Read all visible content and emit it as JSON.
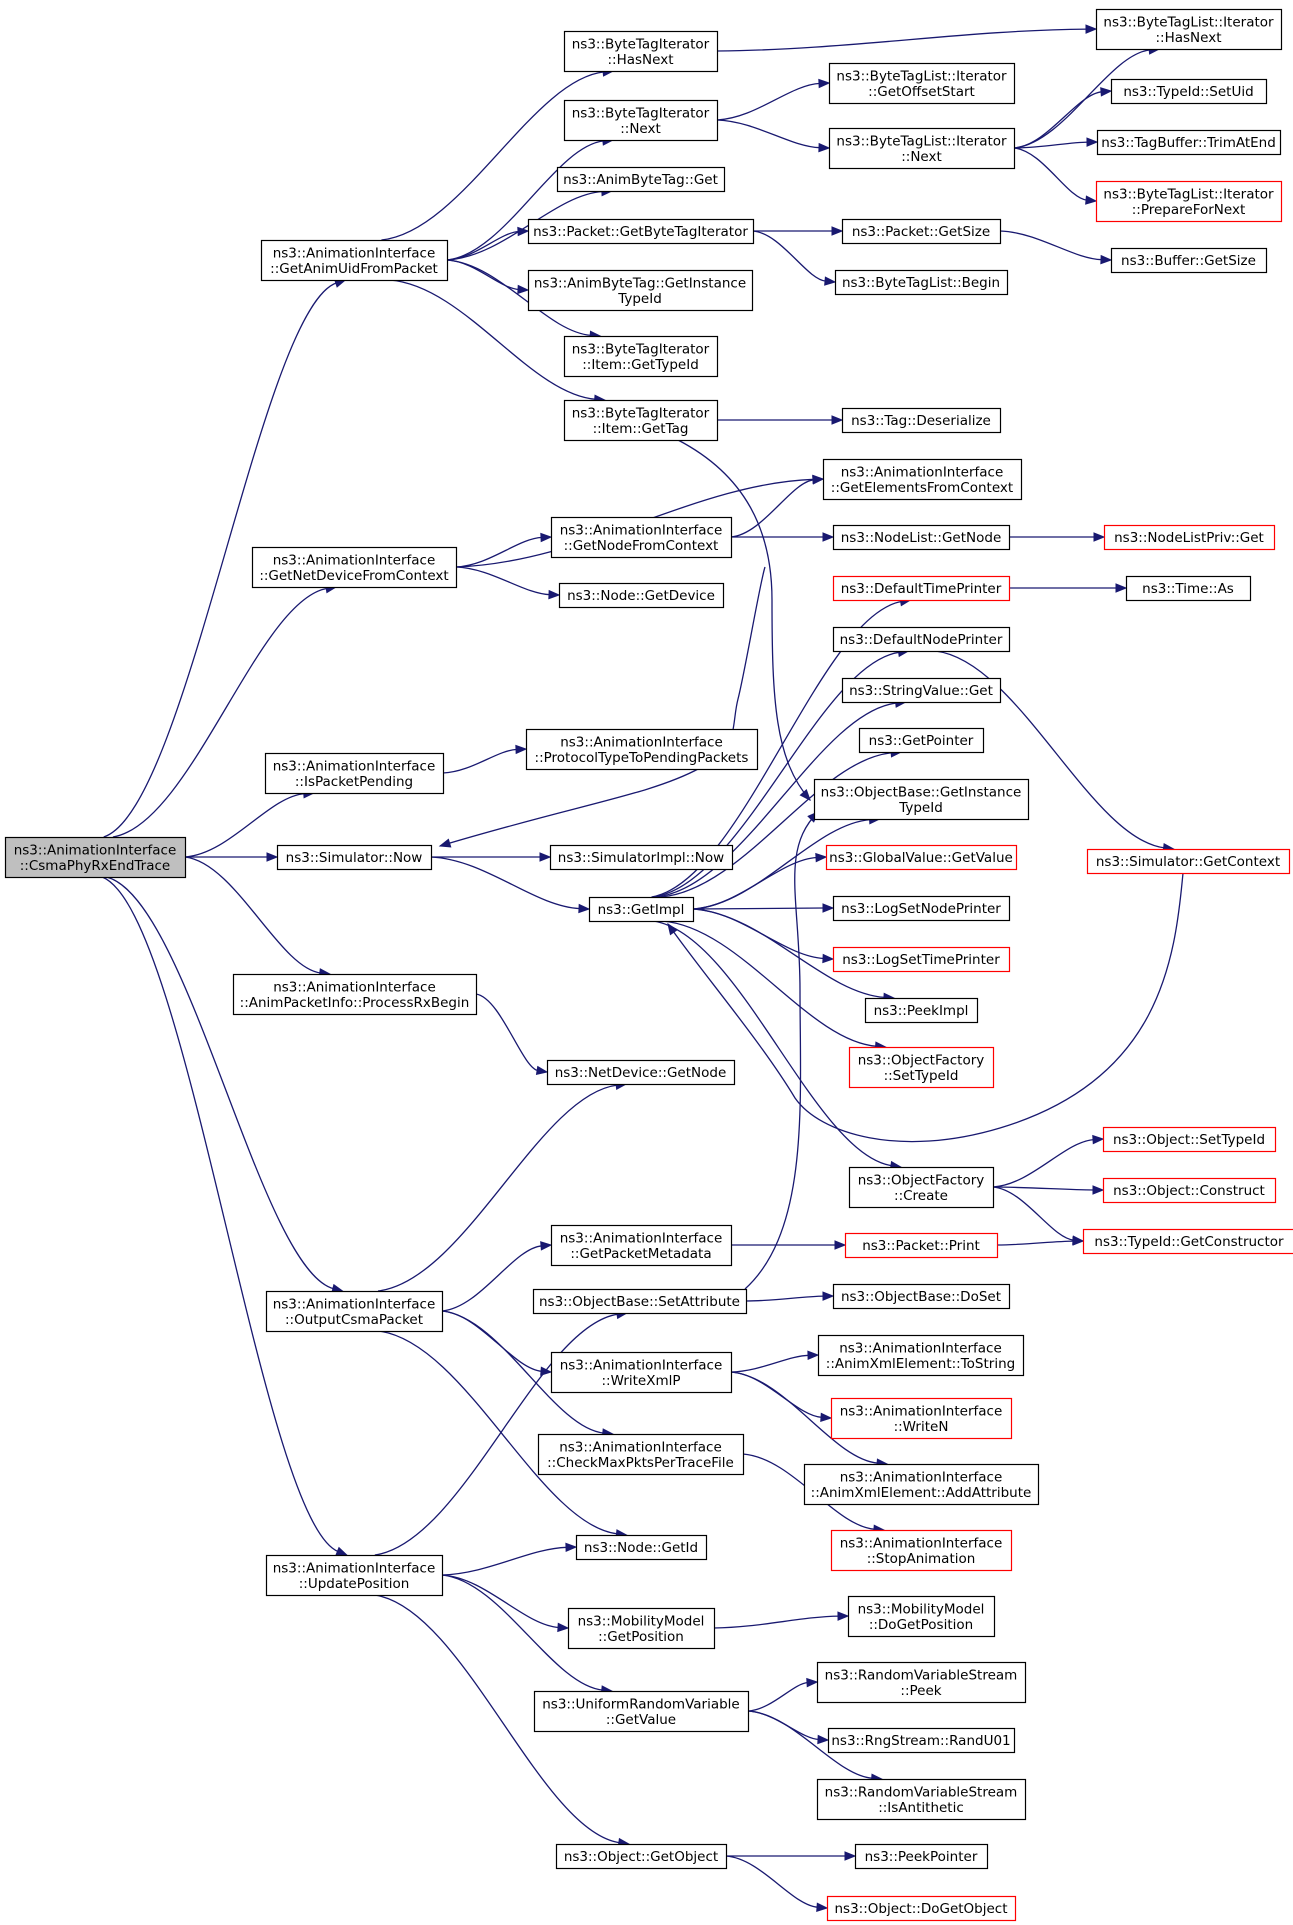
{
  "colors": {
    "edge": "#191970",
    "node_border": "#000000",
    "node_border_truncated": "#ff0000",
    "root_fill": "#bfbfbf",
    "node_fill": "#ffffff"
  },
  "nodes": [
    {
      "id": "root",
      "lines": [
        "ns3::AnimationInterface",
        "::CsmaPhyRxEndTrace"
      ],
      "root": true
    },
    {
      "id": "getAnimUid",
      "lines": [
        "ns3::AnimationInterface",
        "::GetAnimUidFromPacket"
      ]
    },
    {
      "id": "getNetDev",
      "lines": [
        "ns3::AnimationInterface",
        "::GetNetDeviceFromContext"
      ]
    },
    {
      "id": "isPending",
      "lines": [
        "ns3::AnimationInterface",
        "::IsPacketPending"
      ]
    },
    {
      "id": "simNow",
      "lines": [
        "ns3::Simulator::Now"
      ]
    },
    {
      "id": "processRx",
      "lines": [
        "ns3::AnimationInterface",
        "::AnimPacketInfo::ProcessRxBegin"
      ]
    },
    {
      "id": "outputCsma",
      "lines": [
        "ns3::AnimationInterface",
        "::OutputCsmaPacket"
      ]
    },
    {
      "id": "updatePos",
      "lines": [
        "ns3::AnimationInterface",
        "::UpdatePosition"
      ]
    },
    {
      "id": "btiHasNext",
      "lines": [
        "ns3::ByteTagIterator",
        "::HasNext"
      ]
    },
    {
      "id": "btiNext",
      "lines": [
        "ns3::ByteTagIterator",
        "::Next"
      ]
    },
    {
      "id": "abtGet",
      "lines": [
        "ns3::AnimByteTag::Get"
      ]
    },
    {
      "id": "pktGetBTI",
      "lines": [
        "ns3::Packet::GetByteTagIterator"
      ]
    },
    {
      "id": "abtGetInst",
      "lines": [
        "ns3::AnimByteTag::GetInstance",
        "TypeId"
      ]
    },
    {
      "id": "btiItemType",
      "lines": [
        "ns3::ByteTagIterator",
        "::Item::GetTypeId"
      ]
    },
    {
      "id": "btiItemTag",
      "lines": [
        "ns3::ByteTagIterator",
        "::Item::GetTag"
      ]
    },
    {
      "id": "getNodeFromCtx",
      "lines": [
        "ns3::AnimationInterface",
        "::GetNodeFromContext"
      ]
    },
    {
      "id": "nodeGetDevice",
      "lines": [
        "ns3::Node::GetDevice"
      ]
    },
    {
      "id": "protoType",
      "lines": [
        "ns3::AnimationInterface",
        "::ProtocolTypeToPendingPackets"
      ]
    },
    {
      "id": "simImplNow",
      "lines": [
        "ns3::SimulatorImpl::Now"
      ]
    },
    {
      "id": "getImpl",
      "lines": [
        "ns3::GetImpl"
      ]
    },
    {
      "id": "ndGetNode",
      "lines": [
        "ns3::NetDevice::GetNode"
      ]
    },
    {
      "id": "getPktMeta",
      "lines": [
        "ns3::AnimationInterface",
        "::GetPacketMetadata"
      ]
    },
    {
      "id": "obSetAttr",
      "lines": [
        "ns3::ObjectBase::SetAttribute"
      ]
    },
    {
      "id": "writeXmlP",
      "lines": [
        "ns3::AnimationInterface",
        "::WriteXmlP"
      ]
    },
    {
      "id": "checkMax",
      "lines": [
        "ns3::AnimationInterface",
        "::CheckMaxPktsPerTraceFile"
      ]
    },
    {
      "id": "nodeGetId",
      "lines": [
        "ns3::Node::GetId"
      ]
    },
    {
      "id": "mmGetPos",
      "lines": [
        "ns3::MobilityModel",
        "::GetPosition"
      ]
    },
    {
      "id": "urvGetValue",
      "lines": [
        "ns3::UniformRandomVariable",
        "::GetValue"
      ]
    },
    {
      "id": "objGetObject",
      "lines": [
        "ns3::Object::GetObject"
      ]
    },
    {
      "id": "btlOffset",
      "lines": [
        "ns3::ByteTagList::Iterator",
        "::GetOffsetStart"
      ]
    },
    {
      "id": "btlNext",
      "lines": [
        "ns3::ByteTagList::Iterator",
        "::Next"
      ]
    },
    {
      "id": "pktGetSize",
      "lines": [
        "ns3::Packet::GetSize"
      ]
    },
    {
      "id": "btlBegin",
      "lines": [
        "ns3::ByteTagList::Begin"
      ]
    },
    {
      "id": "tagDeser",
      "lines": [
        "ns3::Tag::Deserialize"
      ]
    },
    {
      "id": "getElemCtx",
      "lines": [
        "ns3::AnimationInterface",
        "::GetElementsFromContext"
      ]
    },
    {
      "id": "nlGetNode",
      "lines": [
        "ns3::NodeList::GetNode"
      ]
    },
    {
      "id": "defTimePr",
      "lines": [
        "ns3::DefaultTimePrinter"
      ],
      "truncated": true
    },
    {
      "id": "defNodePr",
      "lines": [
        "ns3::DefaultNodePrinter"
      ]
    },
    {
      "id": "strValGet",
      "lines": [
        "ns3::StringValue::Get"
      ]
    },
    {
      "id": "getPointer",
      "lines": [
        "ns3::GetPointer"
      ]
    },
    {
      "id": "obGetInst",
      "lines": [
        "ns3::ObjectBase::GetInstance",
        "TypeId"
      ]
    },
    {
      "id": "gvGetValue",
      "lines": [
        "ns3::GlobalValue::GetValue"
      ],
      "truncated": true
    },
    {
      "id": "logSetNode",
      "lines": [
        "ns3::LogSetNodePrinter"
      ]
    },
    {
      "id": "logSetTime",
      "lines": [
        "ns3::LogSetTimePrinter"
      ],
      "truncated": true
    },
    {
      "id": "peekImpl",
      "lines": [
        "ns3::PeekImpl"
      ]
    },
    {
      "id": "ofSetType",
      "lines": [
        "ns3::ObjectFactory",
        "::SetTypeId"
      ],
      "truncated": true
    },
    {
      "id": "ofCreate",
      "lines": [
        "ns3::ObjectFactory",
        "::Create"
      ]
    },
    {
      "id": "pktPrint",
      "lines": [
        "ns3::Packet::Print"
      ],
      "truncated": true
    },
    {
      "id": "obDoSet",
      "lines": [
        "ns3::ObjectBase::DoSet"
      ]
    },
    {
      "id": "axeToString",
      "lines": [
        "ns3::AnimationInterface",
        "::AnimXmlElement::ToString"
      ]
    },
    {
      "id": "writeN",
      "lines": [
        "ns3::AnimationInterface",
        "::WriteN"
      ],
      "truncated": true
    },
    {
      "id": "axeAddAttr",
      "lines": [
        "ns3::AnimationInterface",
        "::AnimXmlElement::AddAttribute"
      ]
    },
    {
      "id": "stopAnim",
      "lines": [
        "ns3::AnimationInterface",
        "::StopAnimation"
      ],
      "truncated": true
    },
    {
      "id": "mmDoGetPos",
      "lines": [
        "ns3::MobilityModel",
        "::DoGetPosition"
      ]
    },
    {
      "id": "rvsPeek",
      "lines": [
        "ns3::RandomVariableStream",
        "::Peek"
      ]
    },
    {
      "id": "rngRand",
      "lines": [
        "ns3::RngStream::RandU01"
      ]
    },
    {
      "id": "rvsAnti",
      "lines": [
        "ns3::RandomVariableStream",
        "::IsAntithetic"
      ]
    },
    {
      "id": "peekPointer",
      "lines": [
        "ns3::PeekPointer"
      ]
    },
    {
      "id": "objDoGet",
      "lines": [
        "ns3::Object::DoGetObject"
      ],
      "truncated": true
    },
    {
      "id": "btlHasNext",
      "lines": [
        "ns3::ByteTagList::Iterator",
        "::HasNext"
      ]
    },
    {
      "id": "typeSetUid",
      "lines": [
        "ns3::TypeId::SetUid"
      ]
    },
    {
      "id": "tagBufTrim",
      "lines": [
        "ns3::TagBuffer::TrimAtEnd"
      ]
    },
    {
      "id": "btlPrepare",
      "lines": [
        "ns3::ByteTagList::Iterator",
        "::PrepareForNext"
      ],
      "truncated": true
    },
    {
      "id": "bufGetSize",
      "lines": [
        "ns3::Buffer::GetSize"
      ]
    },
    {
      "id": "nlpGet",
      "lines": [
        "ns3::NodeListPriv::Get"
      ],
      "truncated": true
    },
    {
      "id": "timeAs",
      "lines": [
        "ns3::Time::As"
      ]
    },
    {
      "id": "simGetCtx",
      "lines": [
        "ns3::Simulator::GetContext"
      ],
      "truncated": true
    },
    {
      "id": "objSetType",
      "lines": [
        "ns3::Object::SetTypeId"
      ],
      "truncated": true
    },
    {
      "id": "objConstruct",
      "lines": [
        "ns3::Object::Construct"
      ],
      "truncated": true
    },
    {
      "id": "typeGetCtor",
      "lines": [
        "ns3::TypeId::GetConstructor"
      ],
      "truncated": true
    }
  ],
  "edges": [
    [
      "root",
      "getAnimUid"
    ],
    [
      "root",
      "getNetDev"
    ],
    [
      "root",
      "isPending"
    ],
    [
      "root",
      "simNow"
    ],
    [
      "root",
      "processRx"
    ],
    [
      "root",
      "outputCsma"
    ],
    [
      "root",
      "updatePos"
    ],
    [
      "getAnimUid",
      "btiHasNext"
    ],
    [
      "getAnimUid",
      "btiNext"
    ],
    [
      "getAnimUid",
      "abtGet"
    ],
    [
      "getAnimUid",
      "pktGetBTI"
    ],
    [
      "getAnimUid",
      "abtGetInst"
    ],
    [
      "getAnimUid",
      "btiItemType"
    ],
    [
      "getAnimUid",
      "btiItemTag"
    ],
    [
      "btiHasNext",
      "btlHasNext"
    ],
    [
      "btiNext",
      "btlOffset"
    ],
    [
      "btiNext",
      "btlNext"
    ],
    [
      "btlNext",
      "btlHasNext"
    ],
    [
      "btlNext",
      "typeSetUid"
    ],
    [
      "btlNext",
      "tagBufTrim"
    ],
    [
      "btlNext",
      "btlPrepare"
    ],
    [
      "pktGetBTI",
      "pktGetSize"
    ],
    [
      "pktGetBTI",
      "btlBegin"
    ],
    [
      "pktGetSize",
      "bufGetSize"
    ],
    [
      "btiItemTag",
      "tagDeser"
    ],
    [
      "btiItemTag",
      "obGetInst"
    ],
    [
      "getNetDev",
      "getElemCtx"
    ],
    [
      "getNetDev",
      "getNodeFromCtx"
    ],
    [
      "getNetDev",
      "nodeGetDevice"
    ],
    [
      "getNodeFromCtx",
      "getElemCtx"
    ],
    [
      "getNodeFromCtx",
      "nlGetNode"
    ],
    [
      "nlGetNode",
      "nlpGet"
    ],
    [
      "isPending",
      "protoType"
    ],
    [
      "isPending",
      "simNow"
    ],
    [
      "simNow",
      "simImplNow"
    ],
    [
      "simNow",
      "getImpl"
    ],
    [
      "getImpl",
      "defTimePr"
    ],
    [
      "getImpl",
      "defNodePr"
    ],
    [
      "getImpl",
      "strValGet"
    ],
    [
      "getImpl",
      "getPointer"
    ],
    [
      "getImpl",
      "obGetInst"
    ],
    [
      "getImpl",
      "gvGetValue"
    ],
    [
      "getImpl",
      "logSetNode"
    ],
    [
      "getImpl",
      "logSetTime"
    ],
    [
      "getImpl",
      "peekImpl"
    ],
    [
      "getImpl",
      "ofSetType"
    ],
    [
      "getImpl",
      "ofCreate"
    ],
    [
      "defTimePr",
      "timeAs"
    ],
    [
      "defNodePr",
      "simGetCtx"
    ],
    [
      "simGetCtx",
      "getImpl"
    ],
    [
      "ofCreate",
      "objSetType"
    ],
    [
      "ofCreate",
      "objConstruct"
    ],
    [
      "ofCreate",
      "typeGetCtor"
    ],
    [
      "processRx",
      "ndGetNode"
    ],
    [
      "outputCsma",
      "ndGetNode"
    ],
    [
      "outputCsma",
      "getPktMeta"
    ],
    [
      "outputCsma",
      "writeXmlP"
    ],
    [
      "outputCsma",
      "checkMax"
    ],
    [
      "outputCsma",
      "nodeGetId"
    ],
    [
      "getPktMeta",
      "pktPrint"
    ],
    [
      "pktPrint",
      "typeGetCtor"
    ],
    [
      "obSetAttr",
      "obDoSet"
    ],
    [
      "obSetAttr",
      "obGetInst"
    ],
    [
      "writeXmlP",
      "axeToString"
    ],
    [
      "writeXmlP",
      "writeN"
    ],
    [
      "writeXmlP",
      "axeAddAttr"
    ],
    [
      "checkMax",
      "stopAnim"
    ],
    [
      "updatePos",
      "obSetAttr"
    ],
    [
      "updatePos",
      "nodeGetId"
    ],
    [
      "updatePos",
      "mmGetPos"
    ],
    [
      "updatePos",
      "urvGetValue"
    ],
    [
      "updatePos",
      "objGetObject"
    ],
    [
      "mmGetPos",
      "mmDoGetPos"
    ],
    [
      "urvGetValue",
      "rvsPeek"
    ],
    [
      "urvGetValue",
      "rngRand"
    ],
    [
      "urvGetValue",
      "rvsAnti"
    ],
    [
      "objGetObject",
      "peekPointer"
    ],
    [
      "objGetObject",
      "objDoGet"
    ]
  ]
}
